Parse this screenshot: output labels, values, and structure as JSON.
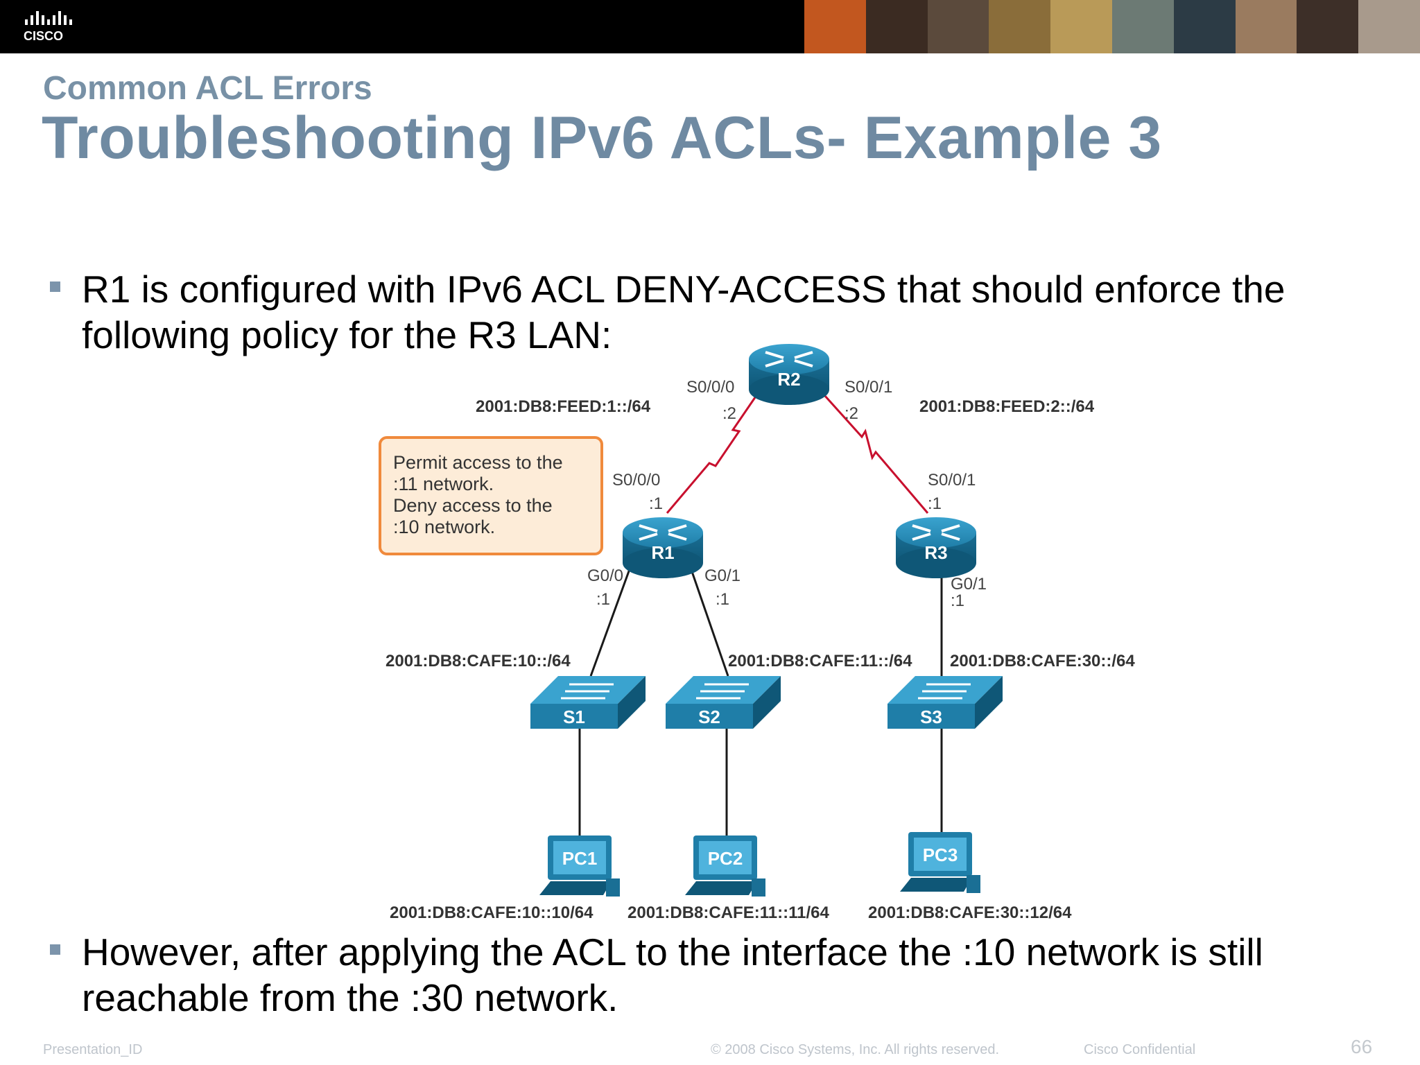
{
  "slide": {
    "subtitle": "Common ACL Errors",
    "title": "Troubleshooting IPv6 ACLs- Example 3",
    "bullets": [
      "R1 is configured with IPv6 ACL DENY-ACCESS that should enforce the following policy for the R3 LAN:",
      "However, after applying the ACL to the interface the :10 network is still reachable from the :30 network."
    ],
    "footer": {
      "presentation_id": "Presentation_ID",
      "copyright": "© 2008 Cisco Systems, Inc. All rights reserved.",
      "confidential": "Cisco Confidential",
      "page": "66"
    },
    "logo_text": "CISCO"
  },
  "colors": {
    "title": "#6f8aa2",
    "device": "#1f7ea8",
    "serial_link": "#c8102e",
    "callout_border": "#f08a3c",
    "callout_fill": "#fdecd8"
  },
  "diagram": {
    "callout": [
      "Permit access to the",
      ":11 network.",
      "Deny access to the",
      ":10 network."
    ],
    "routers": {
      "r2": "R2",
      "r1": "R1",
      "r3": "R3"
    },
    "switches": {
      "s1": "S1",
      "s2": "S2",
      "s3": "S3"
    },
    "pcs": {
      "pc1": "PC1",
      "pc2": "PC2",
      "pc3": "PC3"
    },
    "networks": {
      "feed1": "2001:DB8:FEED:1::/64",
      "feed2": "2001:DB8:FEED:2::/64",
      "cafe10": "2001:DB8:CAFE:10::/64",
      "cafe11": "2001:DB8:CAFE:11::/64",
      "cafe30": "2001:DB8:CAFE:30::/64"
    },
    "hosts": {
      "pc1": "2001:DB8:CAFE:10::10/64",
      "pc2": "2001:DB8:CAFE:11::11/64",
      "pc3": "2001:DB8:CAFE:30::12/64"
    },
    "interfaces": {
      "r2_s000": "S0/0/0",
      "r2_s000_addr": ":2",
      "r2_s001": "S0/0/1",
      "r2_s001_addr": ":2",
      "r1_s000": "S0/0/0",
      "r1_s000_addr": ":1",
      "r3_s001": "S0/0/1",
      "r3_s001_addr": ":1",
      "r1_g00": "G0/0",
      "r1_g00_addr": ":1",
      "r1_g01": "G0/1",
      "r1_g01_addr": ":1",
      "r3_g01": "G0/1",
      "r3_g01_addr": ":1"
    }
  }
}
